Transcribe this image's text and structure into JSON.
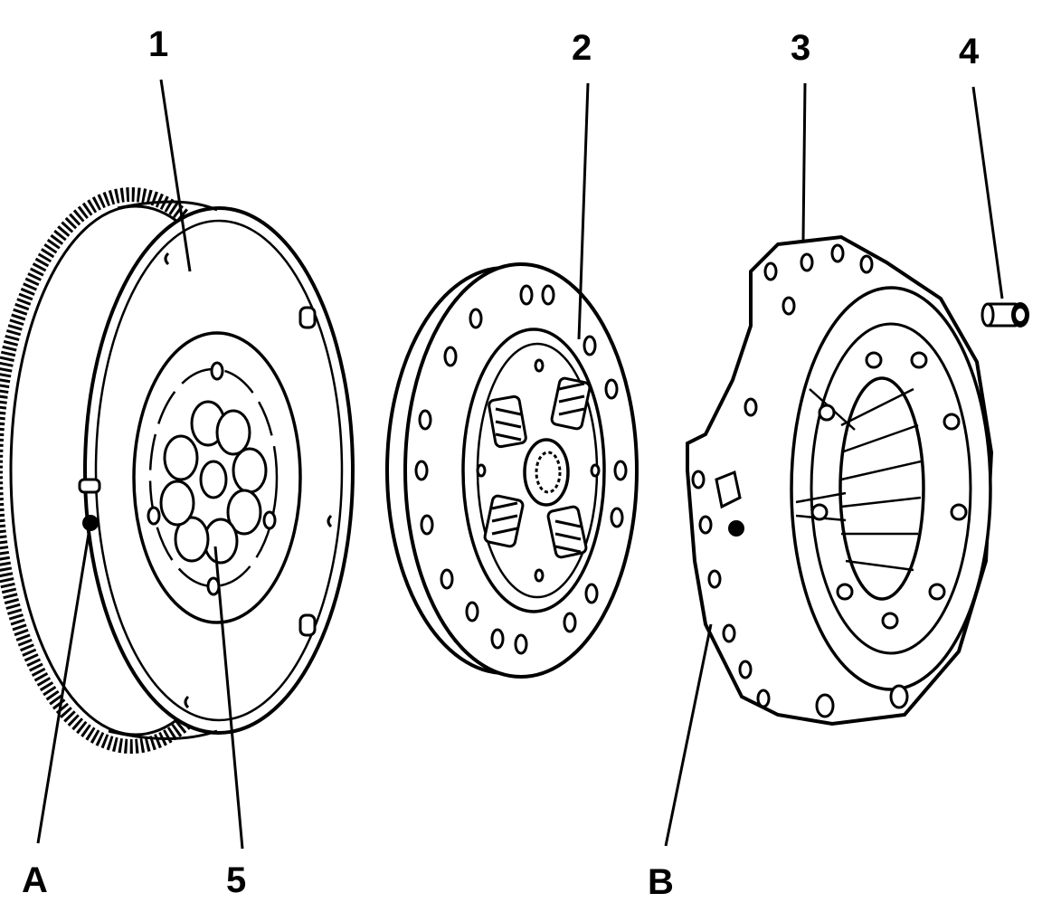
{
  "diagram": {
    "callouts": {
      "flywheel": "1",
      "clutch_disc": "2",
      "pressure_plate": "3",
      "bolt": "4",
      "flywheel_bolts": "5",
      "mark_a": "A",
      "mark_b": "B"
    },
    "colors": {
      "ink": "#000000",
      "paper": "#ffffff"
    }
  }
}
